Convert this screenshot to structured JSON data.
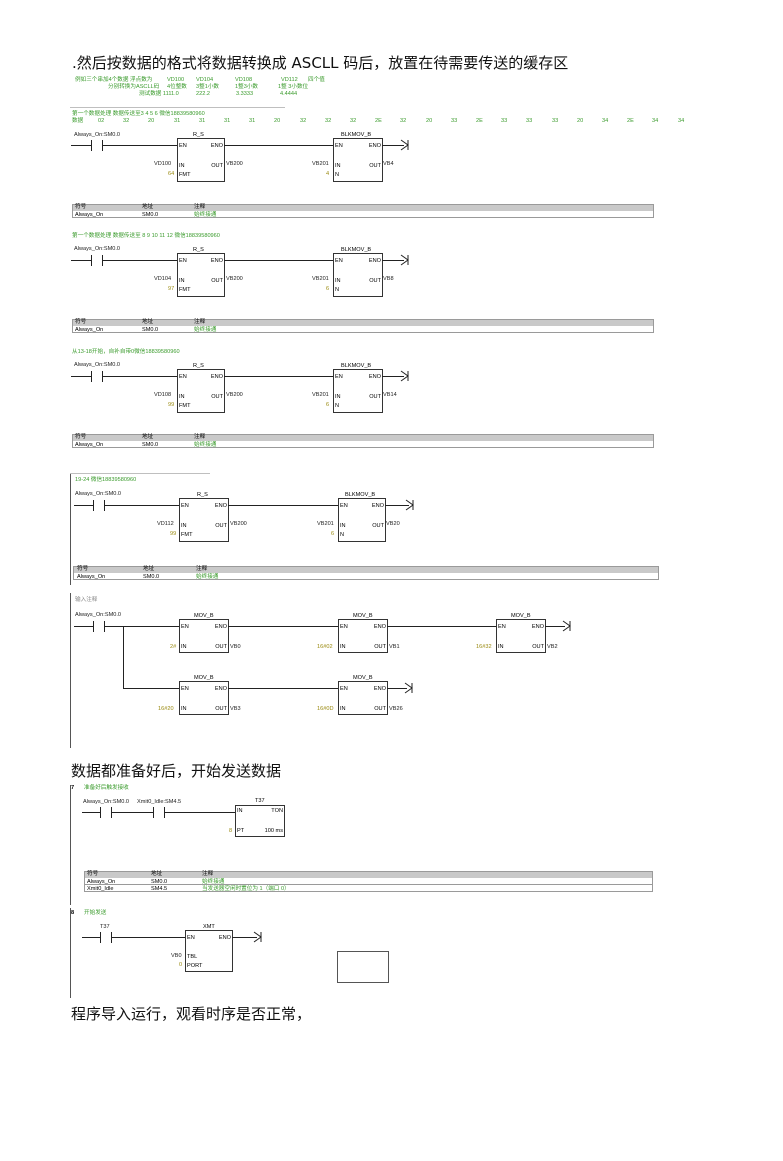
{
  "headings": {
    "h1": ".然后按数据的格式将数据转换成 ASCLL 码后，放置在待需要传送的缓存区",
    "h2": "数据都准备好后，开始发送数据",
    "h3": "程序导入运行，观看时序是否正常，"
  },
  "header_table": {
    "row1": [
      "例如三个串加4个数据 浮点数为",
      "VD100",
      "VD104",
      "VD108",
      "VD112",
      "四个值"
    ],
    "row2": [
      "分别转换为ASCLL码",
      "4位整数",
      "3整1小数",
      "1整3小数",
      "1整 3小数位"
    ],
    "row3": [
      "测试数据 1111.0",
      "222.2",
      "3.3333",
      "4.4444"
    ]
  },
  "net1": {
    "comment": "第一个数据处理  数据传送至3 4 5 6     微信18839580960",
    "data_label": "数据",
    "data_values": [
      "02",
      "32",
      "20",
      "31",
      "31",
      "31",
      "31",
      "20",
      "32",
      "32",
      "32",
      "2E",
      "32",
      "20",
      "33",
      "2E",
      "33",
      "33",
      "33",
      "20",
      "34",
      "2E",
      "34",
      "34"
    ],
    "contact": "Always_On:SM0.0",
    "box1": {
      "title": "R_S",
      "en": "EN",
      "eno": "ENO",
      "in_label": "IN",
      "out_label": "OUT",
      "fmt_label": "FMT",
      "in": "VD100",
      "out": "VB200",
      "fmt": "64"
    },
    "box2": {
      "title": "BLKMOV_B",
      "en": "EN",
      "eno": "ENO",
      "in_label": "IN",
      "out_label": "OUT",
      "n_label": "N",
      "in": "VB201",
      "out": "VB4",
      "n": "4"
    }
  },
  "net2": {
    "comment": "第一个数据处理  数据传送至 8 9 10 11 12 微信18839580960",
    "contact": "Always_On:SM0.0",
    "box1": {
      "title": "R_S",
      "en": "EN",
      "eno": "ENO",
      "in_label": "IN",
      "out_label": "OUT",
      "fmt_label": "FMT",
      "in": "VD104",
      "out": "VB200",
      "fmt": "97"
    },
    "box2": {
      "title": "BLKMOV_B",
      "en": "EN",
      "eno": "ENO",
      "in_label": "IN",
      "out_label": "OUT",
      "n_label": "N",
      "in": "VB201",
      "out": "VB8",
      "n": "6"
    }
  },
  "net3": {
    "comment": "从13-18开始，自补自带0微信18839580960",
    "contact": "Always_On:SM0.0",
    "box1": {
      "title": "R_S",
      "en": "EN",
      "eno": "ENO",
      "in_label": "IN",
      "out_label": "OUT",
      "fmt_label": "FMT",
      "in": "VD108",
      "out": "VB200",
      "fmt": "99"
    },
    "box2": {
      "title": "BLKMOV_B",
      "en": "EN",
      "eno": "ENO",
      "in_label": "IN",
      "out_label": "OUT",
      "n_label": "N",
      "in": "VB201",
      "out": "VB14",
      "n": "6"
    }
  },
  "net4": {
    "comment": "19-24    微信18839580960",
    "contact": "Always_On:SM0.0",
    "box1": {
      "title": "R_S",
      "en": "EN",
      "eno": "ENO",
      "in_label": "IN",
      "out_label": "OUT",
      "fmt_label": "FMT",
      "in": "VD112",
      "out": "VB200",
      "fmt": "99"
    },
    "box2": {
      "title": "BLKMOV_B",
      "en": "EN",
      "eno": "ENO",
      "in_label": "IN",
      "out_label": "OUT",
      "n_label": "N",
      "in": "VB201",
      "out": "VB20",
      "n": "6"
    }
  },
  "net5": {
    "comment": "输入注释",
    "contact": "Always_On:SM0.0",
    "boxes": [
      {
        "title": "MOV_B",
        "en": "EN",
        "eno": "ENO",
        "in_label": "IN",
        "out_label": "OUT",
        "in": "2#",
        "out": "VB0"
      },
      {
        "title": "MOV_B",
        "en": "EN",
        "eno": "ENO",
        "in_label": "IN",
        "out_label": "OUT",
        "in": "16#02",
        "out": "VB1"
      },
      {
        "title": "MOV_B",
        "en": "EN",
        "eno": "ENO",
        "in_label": "IN",
        "out_label": "OUT",
        "in": "16#32",
        "out": "VB2"
      },
      {
        "title": "MOV_B",
        "en": "EN",
        "eno": "ENO",
        "in_label": "IN",
        "out_label": "OUT",
        "in": "16#20",
        "out": "VB3"
      },
      {
        "title": "MOV_B",
        "en": "EN",
        "eno": "ENO",
        "in_label": "IN",
        "out_label": "OUT",
        "in": "16#0D",
        "out": "VB26"
      }
    ]
  },
  "symtable": {
    "head": [
      "符号",
      "地址",
      "注释"
    ],
    "rows": [
      [
        "Always_On",
        "SM0.0",
        "始终接通"
      ]
    ]
  },
  "net7": {
    "num": "7",
    "comment": "准备好后触发接收",
    "contact1": "Always_On:SM0.0",
    "contact2": "Xmit0_Idle:SM4.5",
    "timer": {
      "name": "T37",
      "in_label": "IN",
      "type": "TON",
      "pt_label": "PT",
      "pt": "8",
      "unit": "100 ms"
    },
    "symtable": {
      "head": [
        "符号",
        "地址",
        "注释"
      ],
      "rows": [
        [
          "Always_On",
          "SM0.0",
          "始终接通"
        ],
        [
          "Xmit0_Idle",
          "SM4.5",
          "当发送器空闲时置位为 1（端口 0）"
        ]
      ]
    }
  },
  "net8": {
    "num": "8",
    "comment": "开始发送",
    "contact": "T37",
    "box": {
      "title": "XMT",
      "en": "EN",
      "eno": "ENO",
      "tbl_label": "TBL",
      "port_label": "PORT",
      "tbl": "VB0",
      "port": "0"
    }
  }
}
